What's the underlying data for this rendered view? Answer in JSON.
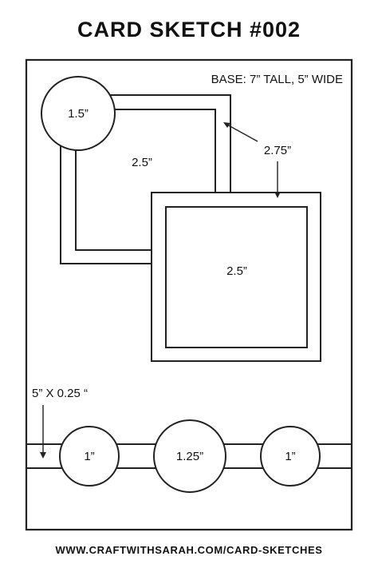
{
  "title": "CARD SKETCH #002",
  "footer": "WWW.CRAFTWITHSARAH.COM/CARD-SKETCHES",
  "base_note": "BASE: 7” TALL, 5” WIDE",
  "labels": {
    "top_circle": "1.5”",
    "back_square": "2.5”",
    "mat_size": "2.75”",
    "front_square": "2.5”",
    "strip": "5” X 0.25 “",
    "circle_left": "1”",
    "circle_center": "1.25”",
    "circle_right": "1”"
  },
  "colors": {
    "stroke": "#222222",
    "text": "#111111",
    "background": "#ffffff"
  }
}
